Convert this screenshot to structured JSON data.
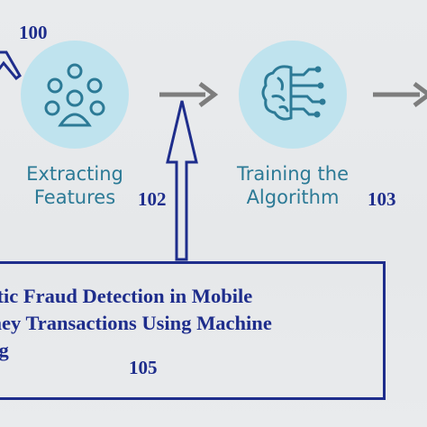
{
  "steps": [
    {
      "icon": "people-network-icon",
      "label_line1": "Extracting",
      "label_line2": "Features",
      "ref": "102"
    },
    {
      "icon": "brain-circuit-icon",
      "label_line1": "Training the",
      "label_line2": "Algorithm",
      "ref": "103"
    }
  ],
  "refs": {
    "top_left": "100",
    "title": "105"
  },
  "title_box": {
    "line1": "Automatic Fraud Detection in Mobile",
    "line2": "Money Transactions Using Machine",
    "line3": "Learning"
  },
  "colors": {
    "background": "#e8eaec",
    "circle_fill": "#bfe3ee",
    "icon_stroke": "#2c7a96",
    "step_label": "#2c7a96",
    "arrow_gray": "#7d7d7d",
    "annotation_blue": "#1e2d8c"
  }
}
